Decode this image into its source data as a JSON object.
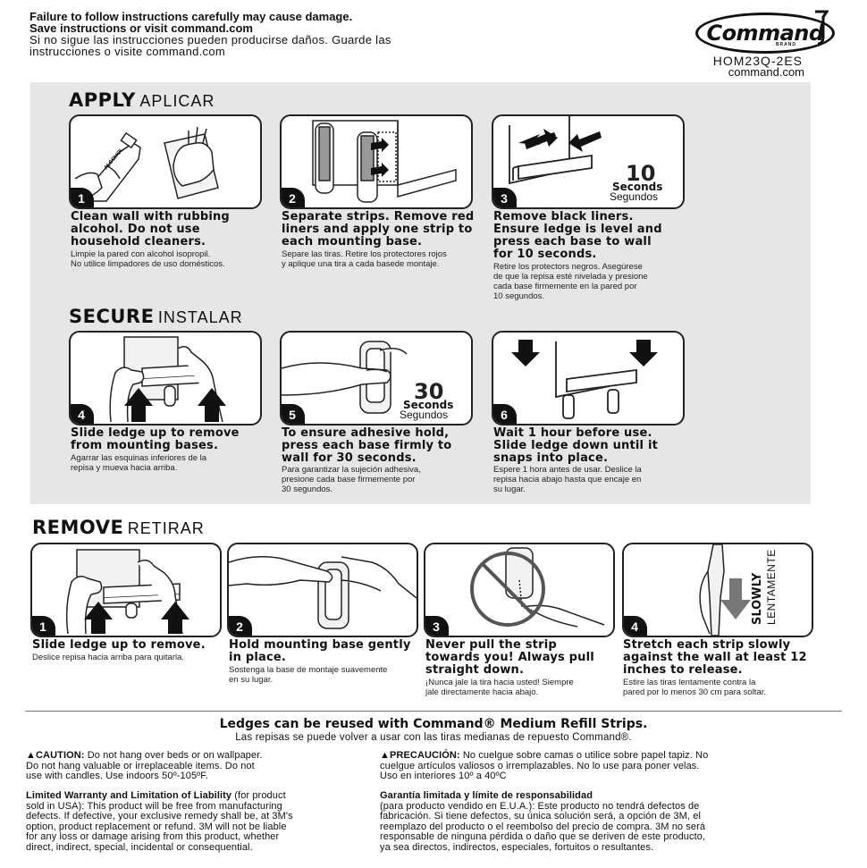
{
  "header": {
    "line1": "Failure to follow instructions carefully may cause damage.",
    "line2": "Save instructions or visit command.com",
    "line3": "Si no sigue las instrucciones pueden producirse daños. Guarde las",
    "line4": "instrucciones o visite command.com",
    "logo_text": "Command",
    "logo_brand": "BRAND",
    "sku": "HOM23Q-2ES",
    "site": "command.com"
  },
  "apply": {
    "title": "APPLY",
    "subtitle": "APLICAR",
    "steps": [
      {
        "num": "1",
        "en": [
          "Clean wall with rubbing",
          "alcohol. Do not use",
          "household cleaners."
        ],
        "es": [
          "Limpie la pared con alcohol isopropil.",
          "No utilice limpadores de uso domésticos."
        ],
        "bottle_label": "ALCOHOL"
      },
      {
        "num": "2",
        "en": [
          "Separate strips. Remove red",
          "liners and apply one strip to",
          "each mounting base."
        ],
        "es": [
          "Separe las tiras. Retire los protectores rojos",
          "y aplique una tira a cada basede montaje."
        ]
      },
      {
        "num": "3",
        "en": [
          "Remove black liners.",
          "Ensure ledge is level and",
          "press each base to wall",
          "for 10 seconds."
        ],
        "es": [
          "Retire los protectors negros. Asegúrese",
          "de que la repisa esté nivelada y presione",
          "cada base firmemente en la pared por",
          "10 segundos."
        ],
        "timer": {
          "value": "10",
          "unit_en": "Seconds",
          "unit_es": "Segundos"
        }
      }
    ]
  },
  "secure": {
    "title": "SECURE",
    "subtitle": "INSTALAR",
    "steps": [
      {
        "num": "4",
        "en": [
          "Slide ledge up to remove",
          "from mounting bases."
        ],
        "es": [
          "Agarrar las esquinas inferiores de la",
          "repisa y mueva hacia arriba."
        ]
      },
      {
        "num": "5",
        "en": [
          "To ensure adhesive hold,",
          "press each base firmly to",
          "wall for 30 seconds."
        ],
        "es": [
          "Para garantizar la sujeción adhesiva,",
          "presione cada base firmemente por",
          "30 segundos."
        ],
        "timer": {
          "value": "30",
          "unit_en": "Seconds",
          "unit_es": "Segundos"
        }
      },
      {
        "num": "6",
        "en": [
          "Wait 1 hour before use.",
          "Slide ledge down until it",
          "snaps into place."
        ],
        "es": [
          "Espere 1 hora antes de usar. Deslice la",
          "repisa hacia abajo hasta que encaje en",
          "su lugar."
        ]
      }
    ]
  },
  "remove": {
    "title": "REMOVE",
    "subtitle": "RETIRAR",
    "steps": [
      {
        "num": "1",
        "en": [
          "Slide ledge up to remove."
        ],
        "es": [
          "Deslice repisa hacia arriba para quitarla."
        ]
      },
      {
        "num": "2",
        "en": [
          "Hold mounting base gently",
          "in place."
        ],
        "es": [
          "Sostenga la base de montaje suavemente",
          "en su lugar."
        ]
      },
      {
        "num": "3",
        "en": [
          "Never pull the strip",
          "towards you! Always pull",
          "straight down."
        ],
        "es": [
          "¡Nunca jale la tira hacia usted! Siempre",
          "jale directamente hacia abajo."
        ]
      },
      {
        "num": "4",
        "en": [
          "Stretch each strip slowly",
          "against the wall at least 12",
          "inches to release."
        ],
        "es": [
          "Estire las tiras lentamente contra la",
          "pared por lo menos 30 cm para soltar."
        ],
        "slow_en": "SLOWLY",
        "slow_es": "LENTAMENTE"
      }
    ]
  },
  "reuse": {
    "en": "Ledges can be reused with Command® Medium Refill Strips.",
    "es": "Las repisas se puede volver a usar con las tiras medianas de repuesto Command®."
  },
  "legal": {
    "caution_label": "▲CAUTION:",
    "caution_text": [
      "Do not hang over beds or on wallpaper.",
      "Do not hang valuable or irreplaceable items. Do not",
      "use with candles. Use indoors 50º-105ºF."
    ],
    "precaucion_label": "▲PRECAUCIÓN:",
    "precaucion_text": [
      "No cuelgue sobre camas o utilice sobre papel tapiz. No",
      "cuelgue artículos valiosos o irremplazables. No lo use para poner velas.",
      "Uso en interiores 10º a 40ºC"
    ],
    "warranty_title": "Limited Warranty and Limitation of Liability",
    "warranty_text": [
      "(for product",
      "sold in USA): This product will be free from manufacturing",
      "defects. If defective, your exclusive remedy shall be, at 3M's",
      "option, product replacement or refund. 3M will not be liable",
      "for any loss or damage arising from this product, whether",
      "direct, indirect, special, incidental or consequential."
    ],
    "garantia_title": "Garantía limitada y límite de responsabilidad",
    "garantia_text": [
      "(para producto vendido en E.U.A.): Este producto no tendrá defectos de",
      "fabricación. Si tiene defectos, su única solución será, a opción de 3M, el",
      "reemplazo del producto o el reembolso del precio de compra. 3M no será",
      "responsable de ninguna pérdida o daño que se deriven de este producto,",
      "ya sea directos, indirectos, especiales, fortuitos o resultantes."
    ]
  }
}
